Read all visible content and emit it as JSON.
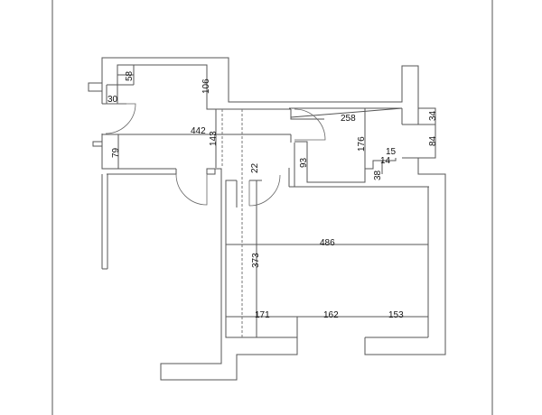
{
  "plan": {
    "dimensions": {
      "d58": "58",
      "d30": "30",
      "d106": "106",
      "d442": "442",
      "d143": "143",
      "d79": "79",
      "d22": "22",
      "d93": "93",
      "d258": "258",
      "d176": "176",
      "d34": "34",
      "d84": "84",
      "d15": "15",
      "d14": "14",
      "d38": "38",
      "d486": "486",
      "d373": "373",
      "d171": "171",
      "d162": "162",
      "d153": "153"
    }
  }
}
